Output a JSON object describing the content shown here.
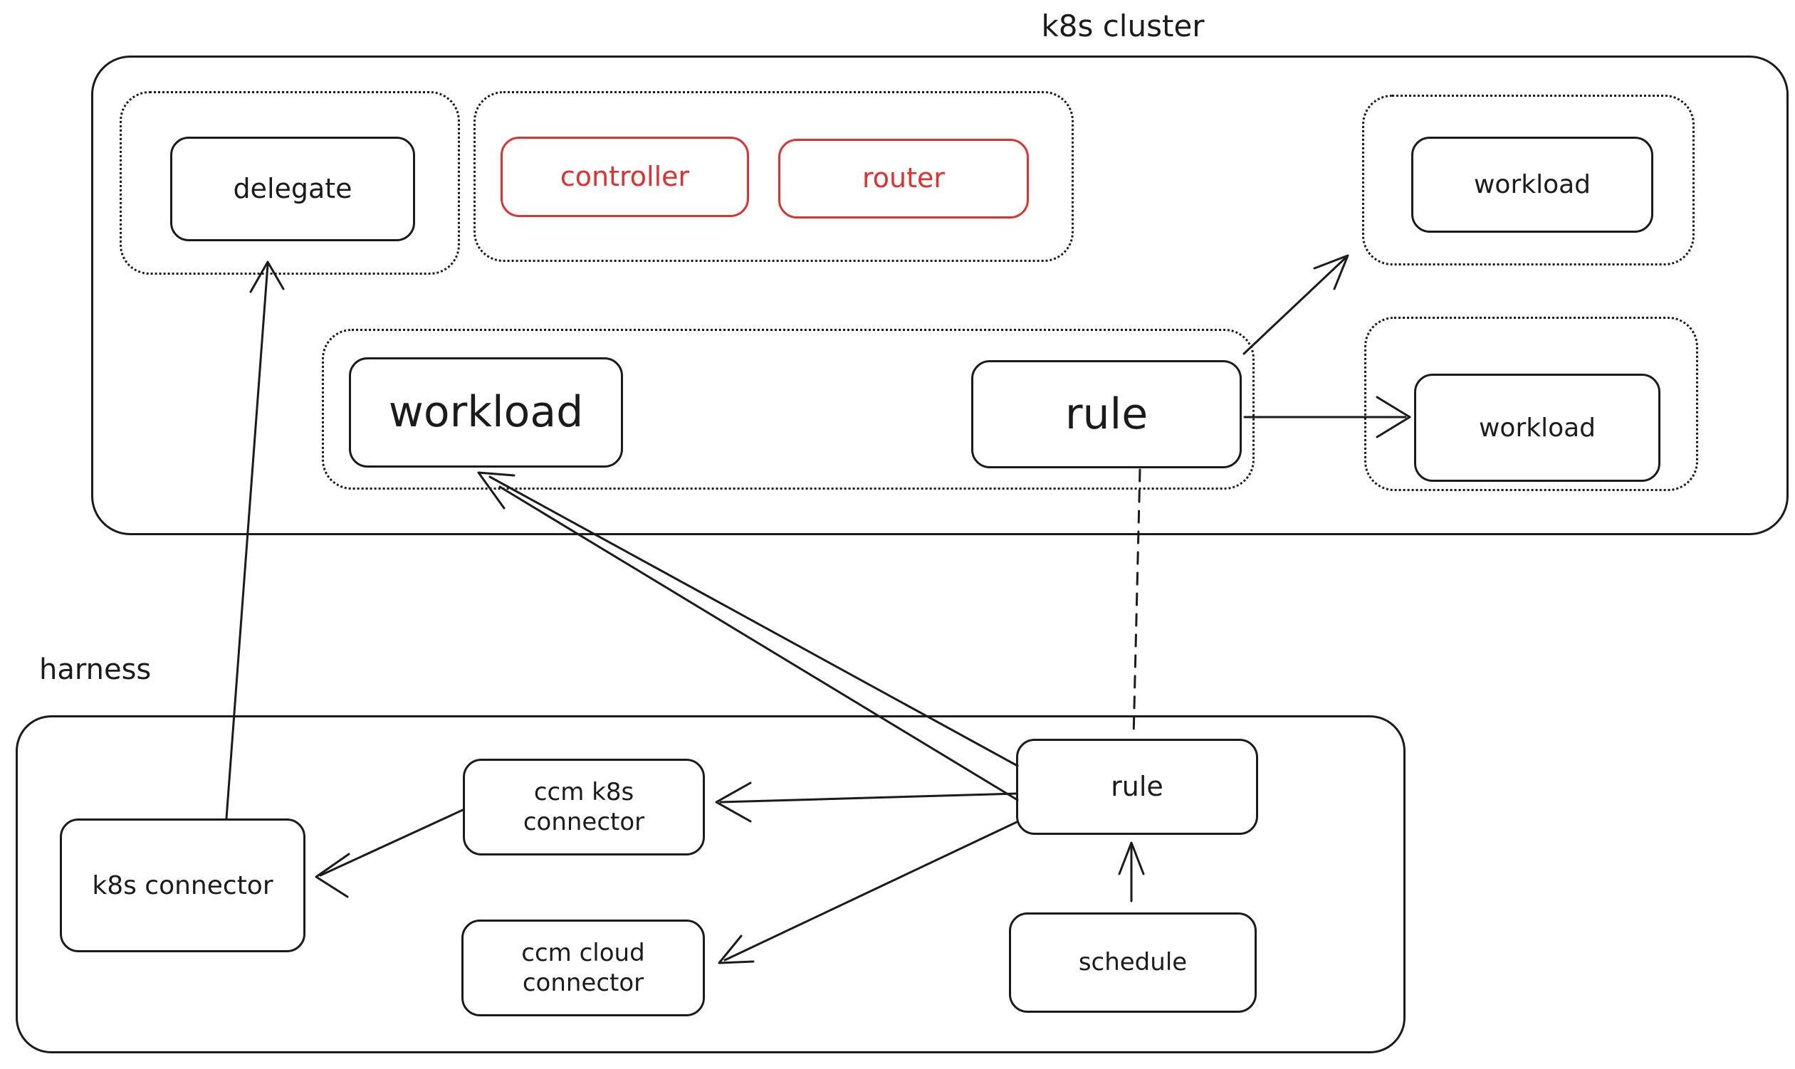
{
  "diagram": {
    "k8s_cluster": {
      "label": "k8s cluster",
      "delegate": "delegate",
      "controller": "controller",
      "router": "router",
      "workload_main": "workload",
      "rule_main": "rule",
      "workload_top_right": "workload",
      "workload_bottom_right": "workload"
    },
    "harness": {
      "label": "harness",
      "k8s_connector": "k8s connector",
      "ccm_k8s_connector": "ccm k8s connector",
      "ccm_cloud_connector": "ccm cloud connector",
      "rule": "rule",
      "schedule": "schedule"
    },
    "colors": {
      "ink": "#1b1b1b",
      "accent_red": "#e03131"
    }
  }
}
